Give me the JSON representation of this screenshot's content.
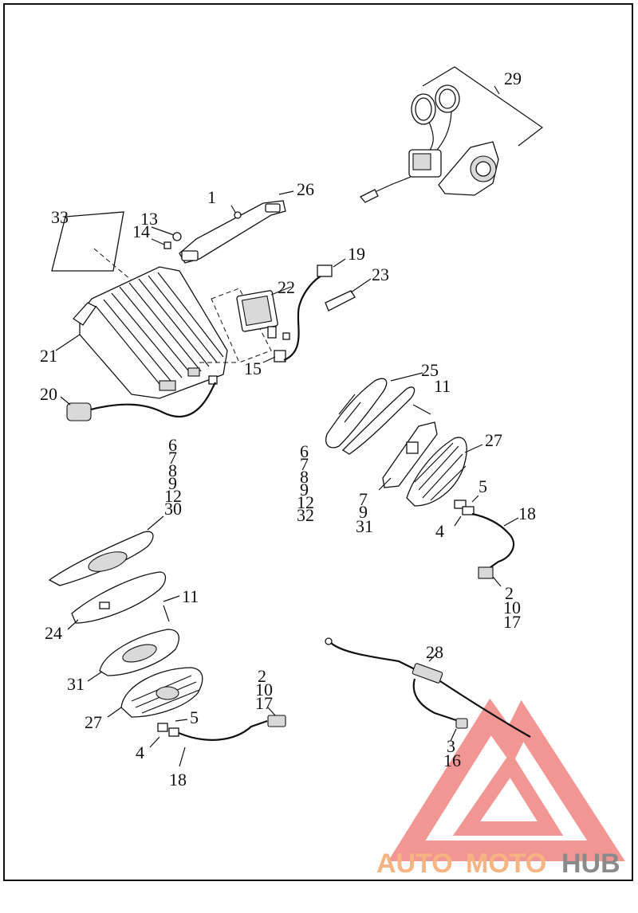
{
  "labels": {
    "l1": "1",
    "l26": "26",
    "l29": "29",
    "l33": "33",
    "l13": "13",
    "l14": "14",
    "l19": "19",
    "l22": "22",
    "l23": "23",
    "l21": "21",
    "l15": "15",
    "l20": "20",
    "l25": "25",
    "l11a": "11",
    "l27a": "27",
    "l5a": "5",
    "l18a": "18",
    "l4a": "4",
    "l2a": "2",
    "l10a": "10",
    "l17a": "17",
    "g1_6": "6",
    "g1_7": "7",
    "g1_8": "8",
    "g1_9": "9",
    "g1_12": "12",
    "g1_30": "30",
    "g2_6": "6",
    "g2_7": "7",
    "g2_8": "8",
    "g2_9": "9",
    "g2_12": "12",
    "g2_32": "32",
    "g3_7": "7",
    "g3_9": "9",
    "g3_31": "31",
    "l24": "24",
    "l11b": "11",
    "l31": "31",
    "l27b": "27",
    "l2b": "2",
    "l10b": "10",
    "l17b": "17",
    "l5b": "5",
    "l4b": "4",
    "l18b": "18",
    "l28": "28",
    "l3": "3",
    "l16": "16"
  },
  "watermark": {
    "part1": "AUTO",
    "part2": "MOTO",
    "part3": "HUB",
    "color1": "#f7b483",
    "color2": "#f7b483",
    "color3": "#8a8a8a",
    "logo_color": "#e8423c"
  }
}
